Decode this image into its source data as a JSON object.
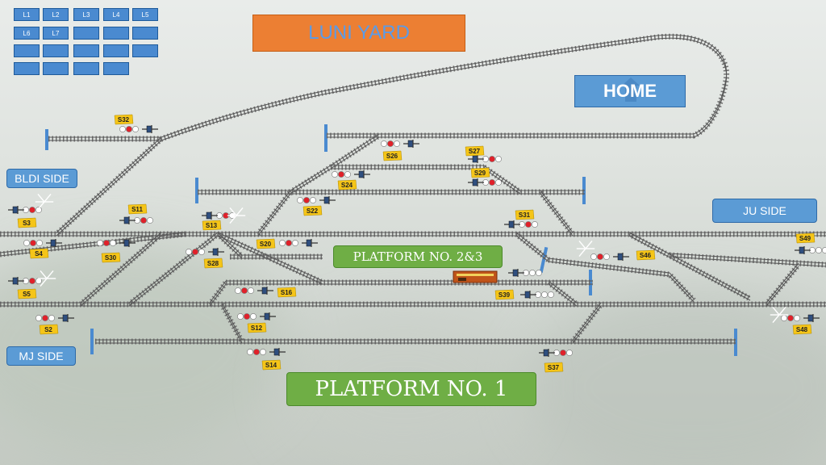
{
  "app": {
    "title": "LUNI YARD",
    "home_label": "HOME"
  },
  "line_buttons": [
    "L1",
    "L2",
    "L3",
    "L4",
    "L5",
    "L6",
    "L7",
    "",
    "",
    "",
    "",
    "",
    "",
    "",
    "",
    "",
    "",
    "",
    ""
  ],
  "sides": {
    "bldi": "BLDI SIDE",
    "mj": "MJ SIDE",
    "ju": "JU SIDE"
  },
  "platforms": {
    "p23": "PLATFORM NO. 2&3",
    "p1": "PLATFORM NO. 1"
  },
  "signals": [
    "S32",
    "S26",
    "S27",
    "S29",
    "S24",
    "S22",
    "S11",
    "S13",
    "S3",
    "S31",
    "S4",
    "S30",
    "S28",
    "S20",
    "S49",
    "S46",
    "S5",
    "S16",
    "S39",
    "S2",
    "S12",
    "S48",
    "S14",
    "S37"
  ],
  "colors": {
    "track_rail": "#555555",
    "track_sleeper": "#6e6e6e",
    "signal_red": "#e0212a",
    "signal_tag": "#f5c518",
    "button_blue": "#4a8ad0",
    "title_orange": "#ec7f33",
    "platform_green": "#6fae45"
  }
}
